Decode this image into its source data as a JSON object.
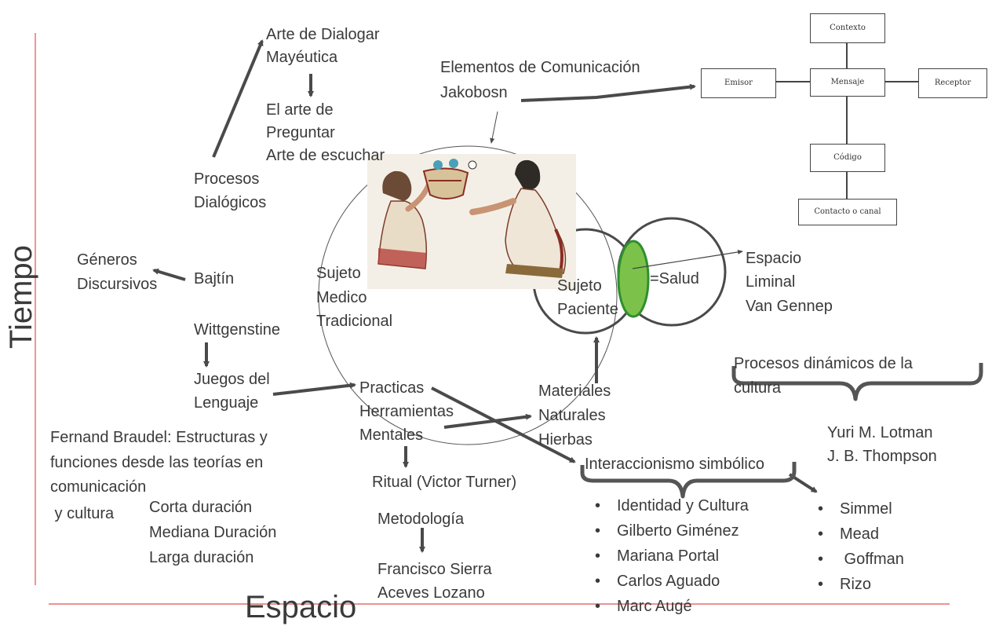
{
  "axes": {
    "vertical_label": "Tiempo",
    "horizontal_label": "Espacio"
  },
  "dialogue": {
    "top": [
      "Arte de Dialogar",
      "Mayéutica"
    ],
    "mid": [
      "El arte de",
      "Preguntar",
      "Arte de escuchar"
    ],
    "procesos": [
      "Procesos",
      "Dialógicos"
    ]
  },
  "jakobson": {
    "label": [
      "Elementos de Comunicación",
      "Jakobosn"
    ],
    "boxes": {
      "contexto": "Contexto",
      "emisor": "Emisor",
      "mensaje": "Mensaje",
      "receptor": "Receptor",
      "codigo": "Código",
      "contacto": "Contacto o canal"
    }
  },
  "left": {
    "generos": [
      "Géneros",
      "Discursivos"
    ],
    "bajtin": "Bajtín",
    "wittgenstine": "Wittgenstine",
    "juegos": [
      "Juegos del",
      "Lenguaje"
    ],
    "braudel": [
      "Fernand Braudel: Estructuras y",
      "funciones desde las teorías en",
      "comunicación",
      " y cultura"
    ],
    "duraciones": [
      "Corta duración",
      "Mediana Duración",
      "Larga duración"
    ]
  },
  "center": {
    "sujeto_medico": [
      "Sujeto",
      "Medico",
      "Tradicional"
    ],
    "practicas": [
      "Practicas",
      "Herramientas",
      "Mentales"
    ],
    "ritual": "Ritual (Victor Turner)",
    "metodologia": "Metodología",
    "autores": [
      "Francisco Sierra",
      "Aceves Lozano"
    ],
    "materiales": [
      "Materiales",
      "Naturales",
      "Hierbas"
    ]
  },
  "right": {
    "sujeto_paciente": [
      "Sujeto",
      "Paciente"
    ],
    "salud": "=Salud",
    "espacio_liminal": [
      "Espacio",
      "Liminal",
      "Van Gennep"
    ],
    "procesos_dinamicos": [
      "Procesos dinámicos de la",
      "cultura"
    ],
    "lotman": [
      "Yuri M. Lotman",
      "J. B. Thompson"
    ],
    "interaccionismo": "Interaccionismo simbólico",
    "identidad_list": [
      "Identidad y Cultura",
      "Gilberto Giménez",
      "Mariana Portal",
      "Carlos Aguado",
      "Marc Augé"
    ],
    "simmel_list": [
      "Simmel",
      "Mead",
      " Goffman",
      "Rizo"
    ]
  },
  "colors": {
    "axis": "#e05050",
    "arrow": "#4a4a4a",
    "liminal": "#7cc24a",
    "liminal_border": "#2f8f2f"
  }
}
